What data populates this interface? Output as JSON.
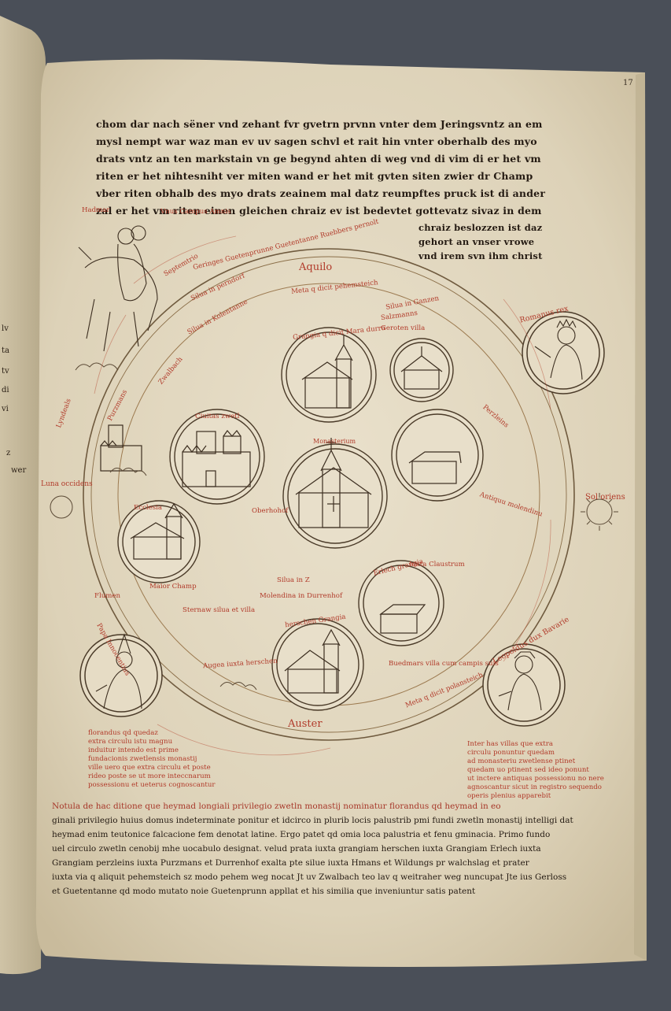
{
  "folio": {
    "number": "17"
  },
  "text": {
    "top_lines": [
      "chom dar nach sëner vnd zehant fvr gvetrn prvnn vnter dem Jeringsvntz an em",
      "mysl nempt war waz man ev uv sagen schvl et rait hin vnter oberhalb des myo",
      "drats vntz an ten markstain vn ge begynd ahten di weg vnd di vim di er het vm",
      "riten er het nihtesniht ver miten wand er het mit gvten siten zwier dr Champ",
      "vber riten obhalb des myo drats zeainem mal datz reumpftes pruck ist di ander",
      "zal er het vm riten einen gleichen chraiz ev ist bedevtet gottevatz sivaz in dem",
      "chraiz beslozzen ist daz",
      "gehort an vnser vrowe",
      "vnd irem svn ihm christ"
    ],
    "bottom_lines": [
      "Notula de hac ditione que heymad longiali privilegio zwetln monastij nominatur florandus qd heymad in eo",
      "ginali privilegio huius domus indeterminate ponitur et idcirco in plurib locis palustrib pmi fundi zwetln monastij intelligi dat",
      "heymad enim teutonice falcacione fem denotat latine. Ergo patet qd omia loca palustria et fenu gminacia. Primo fundo",
      "uel circulo zwetln cenobij mhe uocabulo designat. velud prata iuxta grangiam herschen iuxta Grangiam Erlech iuxta",
      "Grangiam perzleins iuxta Purzmans et Durrenhof exalta pte silue iuxta Hmans et Wildungs pr walchslag et prater",
      "iuxta via q aliquit pehemsteich sz modo pehem weg nocat Jt uv Zwalbach teo lav q weitraher weg nuncupat Jte ius Gerloss",
      "et Guetentanne qd modo mutato noie Guetenprunn appllat et his similia que inveniuntur satis patent"
    ],
    "bottom_notes_right": [
      "Inter has villas que extra",
      "circulu ponuntur quedam",
      "ad monasteriu zwetlense ptinet",
      "quedam uo ptinent sed ideo ponunt",
      "ut inctere antiquas possessionu no nere",
      "agnoscantur sicut in registro sequendo",
      "operis plenius apparebit"
    ],
    "bottom_notes_left": [
      "florandus qd quedaz",
      "extra circulu istu magnu",
      "induitur intendo est prime",
      "fundacionis zwetlensis monastij",
      "ville uero que extra circulu et poste",
      "rideo poste se ut more inteccnarum",
      "possessionu et ueterus cognoscantur"
    ]
  },
  "map": {
    "north": "Aquilo",
    "south": "Auster",
    "sun": "Sol oriens",
    "moon": "Luna occidens",
    "center": "Monasterium",
    "labels_outer": [
      "Geringes Guetenprunne Guetentanne Ruebbers pernolt",
      "Septemtrio",
      "Silua in perndorf",
      "Silua in Kolentanne",
      "Meta q dicit pehemsteich",
      "Silua in Ganzen",
      "Salzmanns",
      "Geroten villa",
      "Grangia q dicit Mara durra",
      "Perzleins",
      "Antiquu molendinu",
      "Iuxta Claustrum",
      "Erlech grangia",
      "Buedmars villa cum campis suis",
      "herschen Grangia",
      "Augea iuxta herschen",
      "Meta q dicit polansteich",
      "Sternaw silua et villa",
      "Molendina in Durrenhof",
      "Oberhohof",
      "Silua in Z",
      "Leopoldus dux Bavarie",
      "Romanus rex",
      "Hadmar",
      "Papa Innocentius",
      "Ciuitas zwetl",
      "Ecclesia",
      "Flumen",
      "Maior Champ",
      "Vnus Campus Amnis",
      "Zwalbach",
      "Lyndeals",
      "Purzmans"
    ]
  },
  "colors": {
    "ink_black": "#241a12",
    "ink_red": "#b13a2a",
    "parchment": "#e4dac3",
    "background": "#4a4f58"
  }
}
